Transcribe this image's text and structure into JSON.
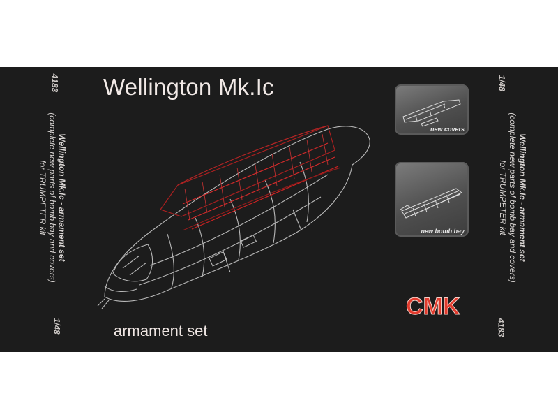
{
  "product": {
    "title": "Wellington Mk.Ic",
    "subtitle": "armament set",
    "code": "4183",
    "scale": "1/48",
    "side_title": "Wellington Mk.Ic - armament set",
    "side_line1": "(complete new parts of bomb bay and covers)",
    "side_line2": "for TRUMPETER kit"
  },
  "insets": {
    "top_caption": "new covers",
    "bottom_caption": "new bomb bay"
  },
  "logo": {
    "text": "CMK"
  },
  "colors": {
    "background": "#1c1c1c",
    "outline": "#bdbdbd",
    "accent_red": "#d42a2a",
    "text": "#f1e9e6"
  },
  "icons": [
    "aircraft-fuselage-line-drawing",
    "bomb-bay-parts-red",
    "cmk-logo"
  ]
}
